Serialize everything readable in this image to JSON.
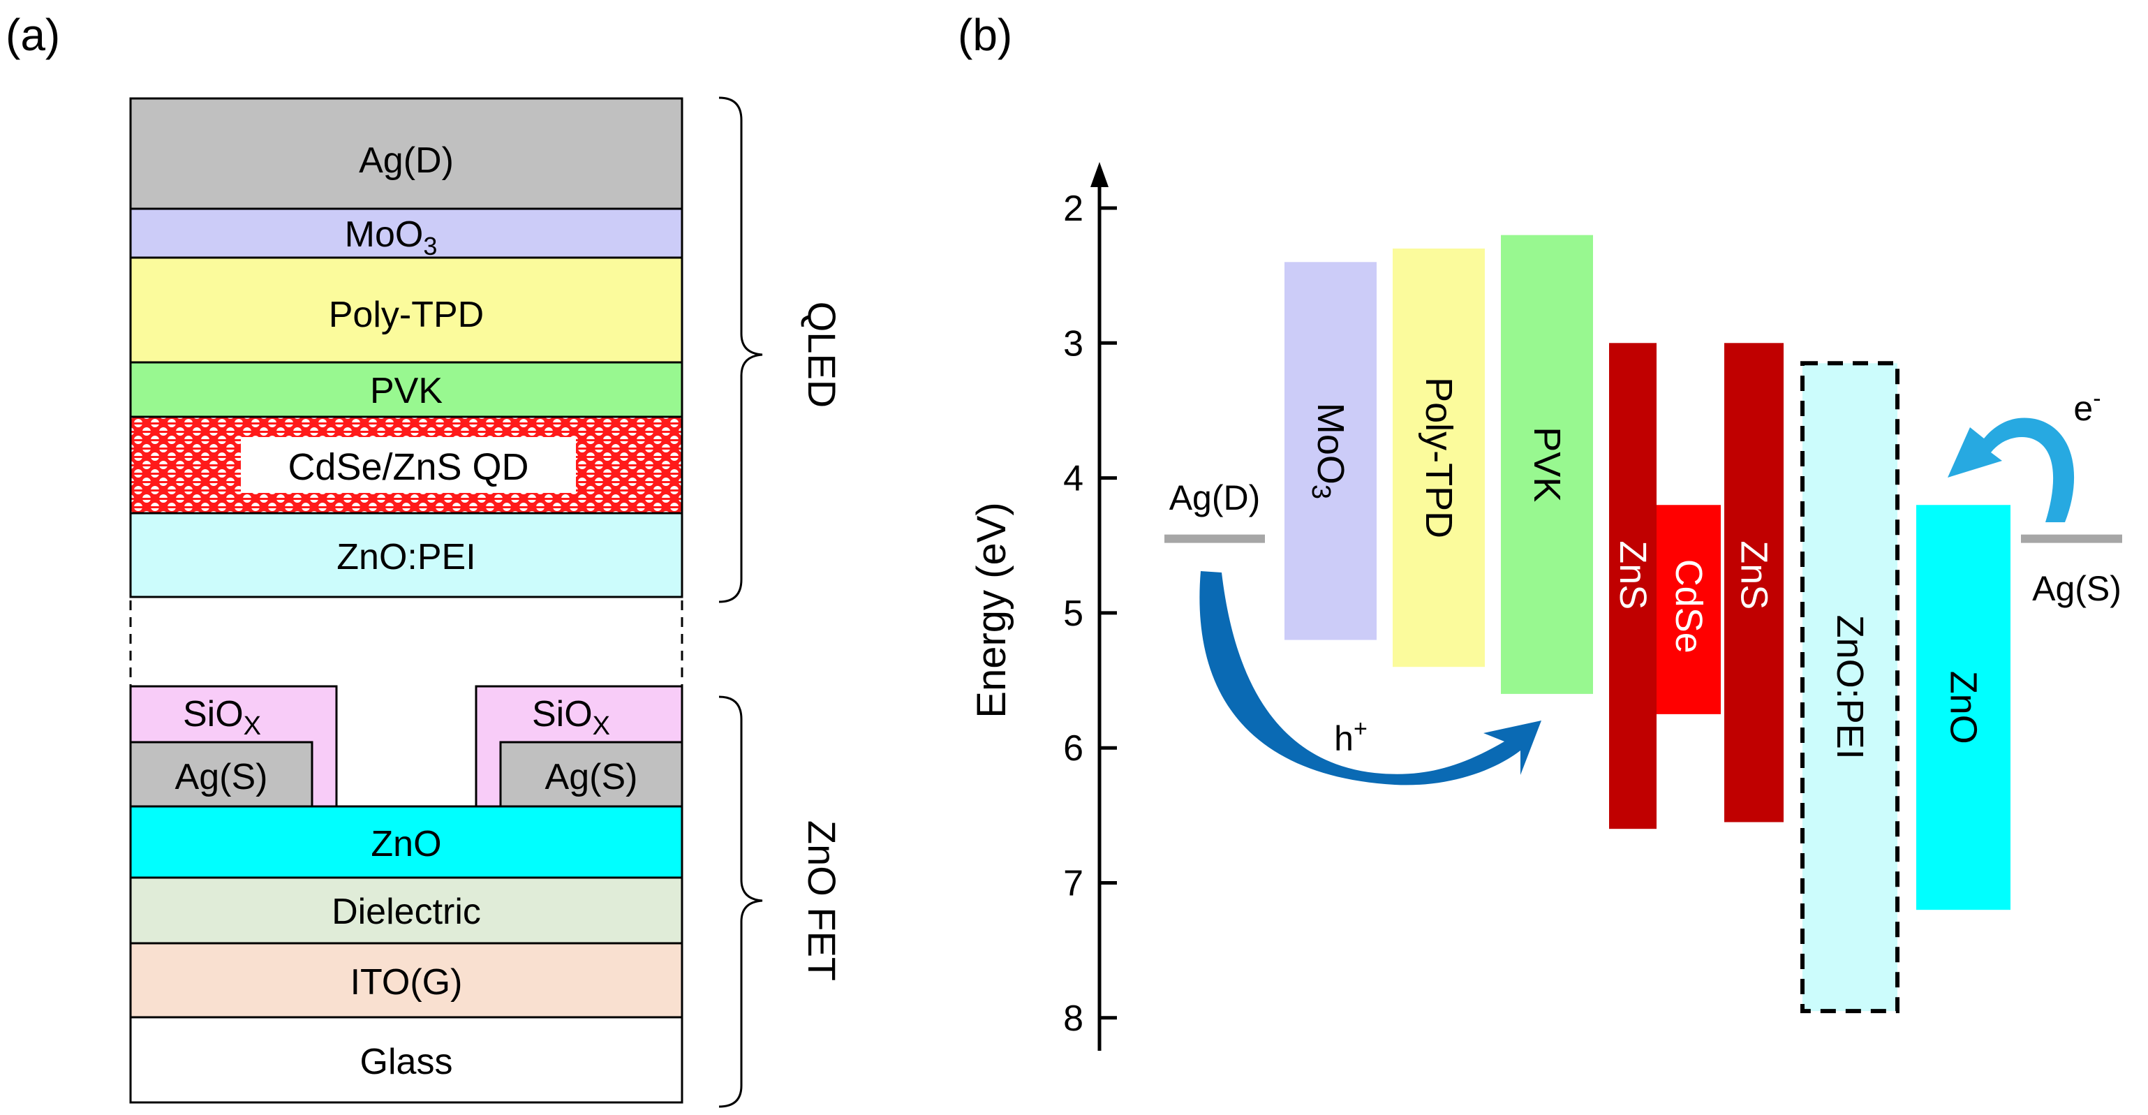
{
  "panel_a": {
    "label": "(a)",
    "qled_label": "QLED",
    "fet_label": "ZnO FET",
    "qled_layers": [
      {
        "text": "Ag(D)",
        "color": "#c0c0c0"
      },
      {
        "text": "MoO",
        "sub": "3",
        "color": "#ccccf8"
      },
      {
        "text": "Poly-TPD",
        "color": "#fbfb9c"
      },
      {
        "text": "PVK",
        "color": "#98f890"
      },
      {
        "text": "CdSe/ZnS QD",
        "color": "#ff1a1a",
        "pattern": "checker"
      },
      {
        "text": "ZnO:PEI",
        "color": "#ccfcfc"
      }
    ],
    "contact_left": {
      "oxide": "SiO",
      "oxide_sub": "X",
      "metal": "Ag(S)"
    },
    "contact_right": {
      "oxide": "SiO",
      "oxide_sub": "X",
      "metal": "Ag(S)"
    },
    "oxide_color": "#f8ccf8",
    "metal_color": "#c0c0c0",
    "fet_layers": [
      {
        "text": "ZnO",
        "color": "#00ffff"
      },
      {
        "text": "Dielectric",
        "color": "#e0ecd8"
      },
      {
        "text": "ITO(G)",
        "color": "#f9e0d0"
      },
      {
        "text": "Glass",
        "color": "#ffffff"
      }
    ]
  },
  "panel_b": {
    "label": "(b)",
    "axis_label": "Energy (eV)",
    "ticks": [
      "2",
      "3",
      "4",
      "5",
      "6",
      "7",
      "8"
    ],
    "levels": [
      {
        "text": "Ag(D)",
        "energy": 4.45,
        "color": "#a6a6a6"
      },
      {
        "text": "Ag(S)",
        "energy": 4.45,
        "color": "#a6a6a6"
      }
    ],
    "bands": [
      {
        "name": "MoO",
        "sub": "3",
        "top": 2.4,
        "bottom": 5.2,
        "color": "#ccccf8",
        "text_color": "#000000"
      },
      {
        "name": "Poly-TPD",
        "top": 2.3,
        "bottom": 5.4,
        "color": "#fbfb9c",
        "text_color": "#000000"
      },
      {
        "name": "PVK",
        "top": 2.2,
        "bottom": 5.6,
        "color": "#98f890",
        "text_color": "#000000"
      },
      {
        "name": "ZnS",
        "top": 3.0,
        "bottom": 6.6,
        "color": "#c00000",
        "text_color": "#ffffff"
      },
      {
        "name": "CdSe",
        "top": 4.2,
        "bottom": 5.75,
        "color": "#ff0000",
        "text_color": "#ffffff"
      },
      {
        "name": "ZnS",
        "top": 3.0,
        "bottom": 6.55,
        "color": "#c00000",
        "text_color": "#ffffff"
      },
      {
        "name": "ZnO:PEI",
        "top": 3.15,
        "bottom": 7.95,
        "color": "#ccfcfc",
        "text_color": "#000000",
        "dashed": true
      },
      {
        "name": "ZnO",
        "top": 4.2,
        "bottom": 7.2,
        "color": "#00ffff",
        "text_color": "#000000"
      }
    ],
    "hole_label": "h",
    "hole_sup": "+",
    "electron_label": "e",
    "electron_sup": "-",
    "hole_arrow_color": "#0a6ab4",
    "electron_arrow_color": "#27a9e1"
  }
}
